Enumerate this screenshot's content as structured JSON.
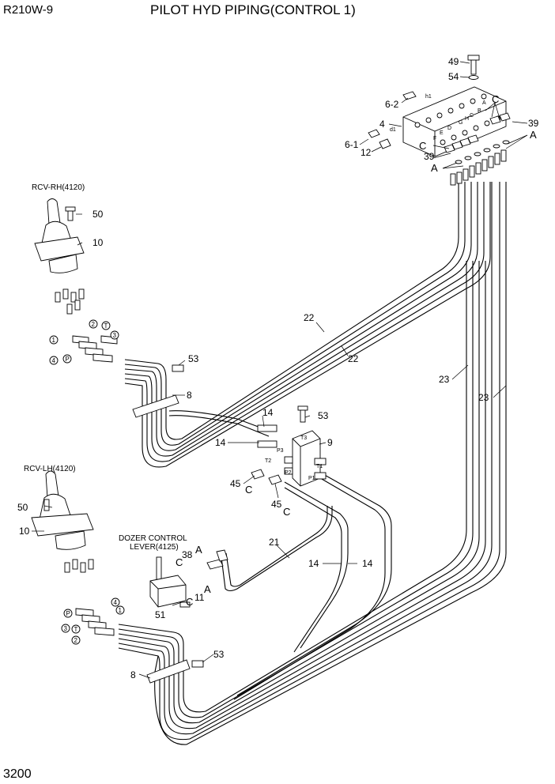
{
  "header": {
    "model": "R210W-9",
    "title": "PILOT HYD PIPING(CONTROL 1)"
  },
  "footer": {
    "page_number": "3200"
  },
  "components": {
    "rcv_rh": "RCV-RH(4120)",
    "rcv_lh": "RCV-LH(4120)",
    "dozer_line1": "DOZER CONTROL",
    "dozer_line2": "LEVER(4125)"
  },
  "callouts": {
    "n49": "49",
    "n54": "54",
    "n6_2": "6-2",
    "n4": "4",
    "n6_1": "6-1",
    "n12": "12",
    "n39a": "39",
    "n39b": "39",
    "cA1": "C",
    "cC2": "C",
    "aA1": "A",
    "aA2": "A",
    "n50a": "50",
    "n10a": "10",
    "n22a": "22",
    "n22b": "22",
    "n53a": "53",
    "n8a": "8",
    "n23a": "23",
    "n23b": "23",
    "n14a": "14",
    "n14b": "14",
    "n53b": "53",
    "n9": "9",
    "n45a": "45",
    "cC3": "C",
    "n45b": "45",
    "cC4": "C",
    "n50b": "50",
    "n10b": "10",
    "n21": "21",
    "n14c": "14",
    "n14d": "14",
    "n38": "38",
    "cC5": "C",
    "aA3": "A",
    "cC6": "C",
    "n11": "11",
    "aA4": "A",
    "n51": "51",
    "n53c": "53",
    "n8b": "8"
  },
  "ports": {
    "rh_1": "1",
    "rh_2": "2",
    "rh_3": "3",
    "rh_4": "4",
    "rh_T": "T",
    "rh_P": "P",
    "lh_1": "1",
    "lh_2": "2",
    "lh_3": "3",
    "lh_4": "4",
    "lh_T": "T",
    "lh_P": "P",
    "t3": "T3",
    "t2": "T2",
    "p3": "P3",
    "p2": "P2",
    "t1": "T1",
    "p1": "P1",
    "h1": "h1",
    "d1": "d1",
    "blk_a": "A",
    "blk_b": "B",
    "blk_c": "C",
    "blk_d": "D",
    "blk_e": "E",
    "blk_f": "F",
    "blk_g": "G",
    "blk_h": "H"
  }
}
